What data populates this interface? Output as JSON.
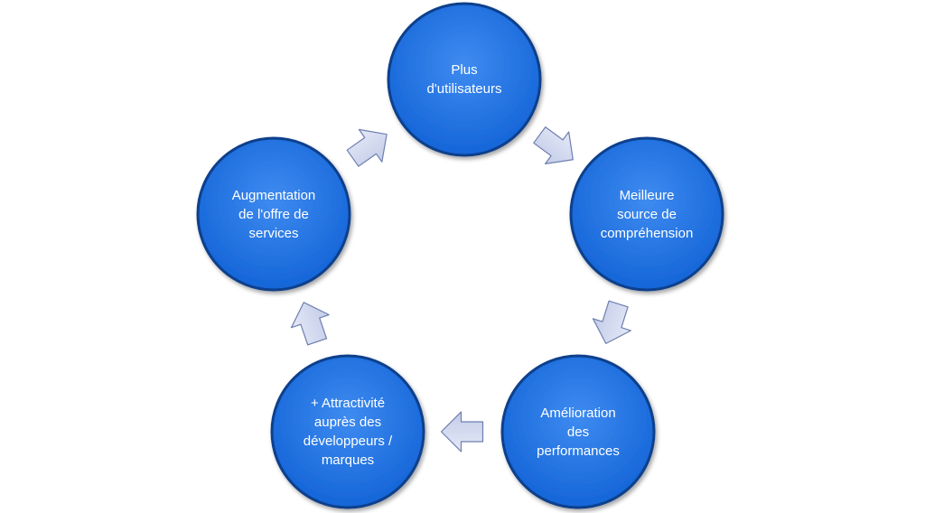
{
  "diagram": {
    "type": "cycle",
    "colors": {
      "node_fill": "#1565D8",
      "node_fill_light": "#3E8BF0",
      "node_stroke": "#0E3F8C",
      "arrow_fill": "#C3CCE8",
      "arrow_stroke": "#6E7FB0",
      "text": "#FFFFFF"
    },
    "nodes": [
      {
        "id": "plus-utilisateurs",
        "label": "Plus\nd'utilisateurs"
      },
      {
        "id": "meilleure-source",
        "label": "Meilleure\nsource de\ncompréhension"
      },
      {
        "id": "amelioration",
        "label": "Amélioration\ndes\nperformances"
      },
      {
        "id": "attractivite",
        "label": "+ Attractivité\nauprès des\ndéveloppeurs  /\nmarques"
      },
      {
        "id": "augmentation",
        "label": "Augmentation\nde l'offre de\nservices"
      }
    ],
    "arrows": [
      {
        "from": "plus-utilisateurs",
        "to": "meilleure-source",
        "icon": "block-arrow-icon"
      },
      {
        "from": "meilleure-source",
        "to": "amelioration",
        "icon": "block-arrow-icon"
      },
      {
        "from": "amelioration",
        "to": "attractivite",
        "icon": "block-arrow-icon"
      },
      {
        "from": "attractivite",
        "to": "augmentation",
        "icon": "block-arrow-icon"
      },
      {
        "from": "augmentation",
        "to": "plus-utilisateurs",
        "icon": "block-arrow-icon"
      }
    ]
  }
}
